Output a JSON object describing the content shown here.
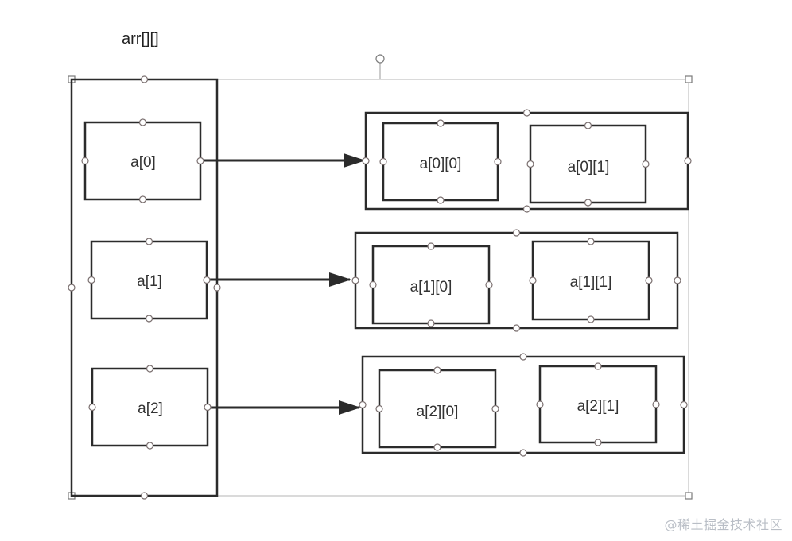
{
  "diagram": {
    "title": "arr[][]",
    "outer_items": [
      "a[0]",
      "a[1]",
      "a[2]"
    ],
    "inner_rows": [
      [
        "a[0][0]",
        "a[0][1]"
      ],
      [
        "a[1][0]",
        "a[1][1]"
      ],
      [
        "a[2][0]",
        "a[2][1]"
      ]
    ],
    "stroke_color": "#2b2b2b",
    "handle_color": "#7a6f6f"
  },
  "watermark": "@稀土掘金技术社区"
}
